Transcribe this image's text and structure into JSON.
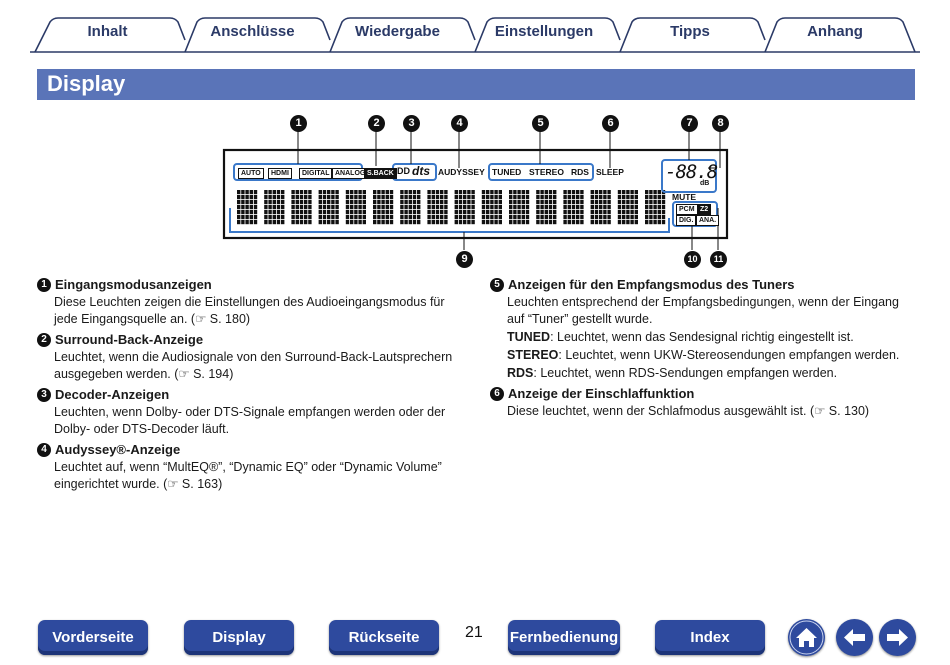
{
  "tabs": [
    "Inhalt",
    "Anschlüsse",
    "Wiedergabe",
    "Einstellungen",
    "Tipps",
    "Anhang"
  ],
  "title": "Display",
  "display": {
    "input_indicators": [
      "AUTO",
      "HDMI",
      "DIGITAL",
      "ANALOG"
    ],
    "sback": "S.BACK",
    "dolby": "DD",
    "dts": "dts",
    "audyssey": "AUDYSSEY",
    "tuner_labels": [
      "TUNED",
      "STEREO",
      "RDS"
    ],
    "sleep": "SLEEP",
    "volume": "-88.8",
    "db": "dB",
    "mute": "MUTE",
    "pcm": "PCM",
    "z2": "Z2",
    "dig": "DIG.",
    "ana": "ANA.",
    "callouts": [
      "1",
      "2",
      "3",
      "4",
      "5",
      "6",
      "7",
      "8",
      "9",
      "10",
      "11"
    ]
  },
  "left_items": [
    {
      "num": "1",
      "title": "Eingangsmodusanzeigen",
      "lines": [
        "Diese Leuchten zeigen die Einstellungen des Audioeingangsmodus für jede Eingangsquelle an. (☞ S. 180)"
      ]
    },
    {
      "num": "2",
      "title": "Surround-Back-Anzeige",
      "lines": [
        "Leuchtet, wenn die Audiosignale von den Surround-Back-Lautsprechern ausgegeben werden. (☞ S. 194)"
      ]
    },
    {
      "num": "3",
      "title": "Decoder-Anzeigen",
      "lines": [
        "Leuchten, wenn Dolby- oder DTS-Signale empfangen werden oder der Dolby- oder DTS-Decoder läuft."
      ]
    },
    {
      "num": "4",
      "title": "Audyssey®-Anzeige",
      "lines": [
        "Leuchtet auf, wenn “MultEQ®”, “Dynamic EQ” oder “Dynamic Volume” eingerichtet wurde. (☞ S. 163)"
      ]
    }
  ],
  "right_items": [
    {
      "num": "5",
      "title": "Anzeigen für den Empfangsmodus des Tuners",
      "intro": "Leuchten entsprechend der Empfangsbedingungen, wenn der Eingang auf “Tuner” gestellt wurde.",
      "terms": [
        {
          "term": "TUNED",
          "text": ": Leuchtet, wenn das Sendesignal richtig eingestellt ist."
        },
        {
          "term": "STEREO",
          "text": ": Leuchtet, wenn UKW-Stereosendungen empfangen werden."
        },
        {
          "term": "RDS",
          "text": ": Leuchtet, wenn RDS-Sendungen empfangen werden."
        }
      ]
    },
    {
      "num": "6",
      "title": "Anzeige der Einschlaffunktion",
      "intro": "Diese leuchtet, wenn der Schlafmodus ausgewählt ist. (☞ S. 130)"
    }
  ],
  "nav": {
    "front": "Vorderseite",
    "display": "Display",
    "back": "Rückseite",
    "page": "21",
    "remote": "Fernbedienung",
    "index": "Index"
  },
  "icons": [
    "home-icon",
    "arrow-left-icon",
    "arrow-right-icon"
  ],
  "colors": {
    "accent": "#5a74b8",
    "nav": "#2e4a9e",
    "tab_text": "#2b3a67",
    "lcd_highlight": "#3a78c9"
  }
}
